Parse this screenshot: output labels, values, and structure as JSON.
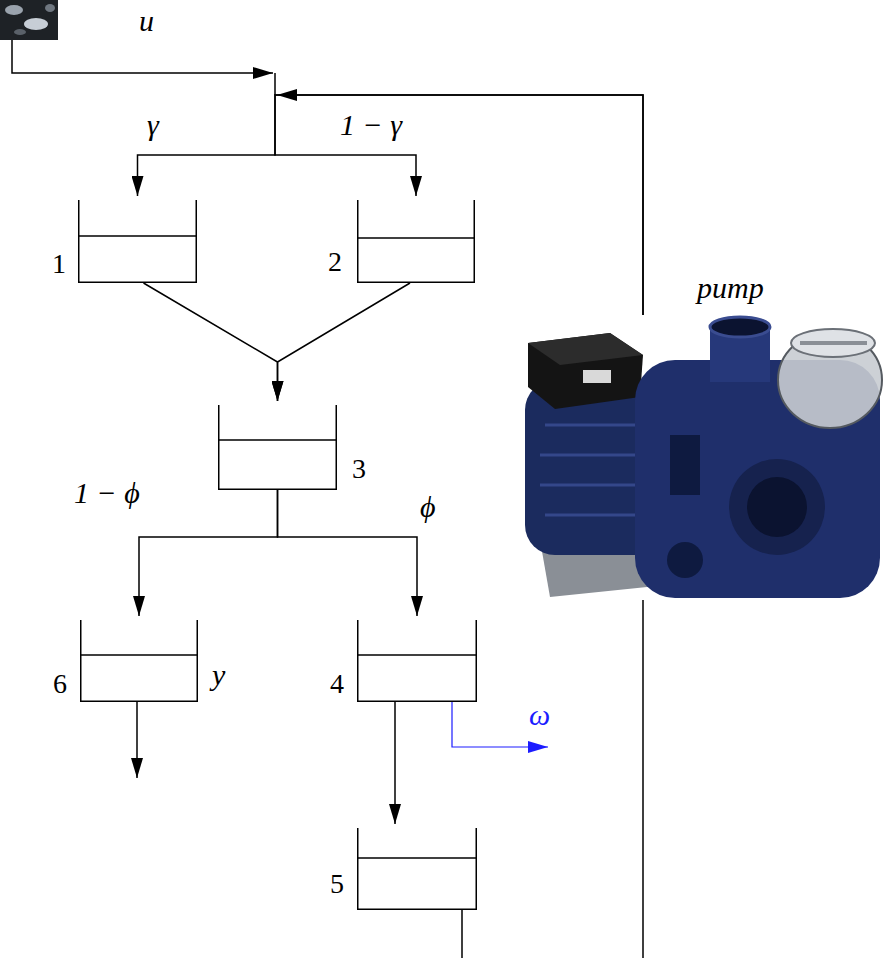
{
  "diagram": {
    "nodes": [
      {
        "text": [
          "1"
        ]
      },
      {
        "text": [
          "2"
        ]
      },
      {
        "text": [
          "pump"
        ]
      },
      {
        "text": [
          "3"
        ]
      },
      {
        "text": [
          "6",
          "y"
        ]
      },
      {
        "text": [
          "4"
        ]
      },
      {
        "text": [
          "5"
        ]
      }
    ],
    "edges": [
      {
        "from": 2,
        "to": 0,
        "arrow": "to",
        "label": "γ"
      },
      {
        "from": 2,
        "to": 1,
        "arrow": "to",
        "label": "1 − γ"
      },
      {
        "from": 0,
        "to": 3,
        "arrow": "to"
      },
      {
        "from": 1,
        "to": 3,
        "arrow": "to"
      },
      {
        "from": 3,
        "to": 4,
        "arrow": "to",
        "label": "1 − ϕ"
      },
      {
        "from": 3,
        "to": 5,
        "arrow": "to",
        "label": "ϕ"
      },
      {
        "from": 5,
        "to": 6,
        "arrow": "to"
      },
      {
        "from": 6,
        "to": 2,
        "arrow": "none"
      }
    ],
    "labels": [
      "u",
      "ω"
    ]
  }
}
